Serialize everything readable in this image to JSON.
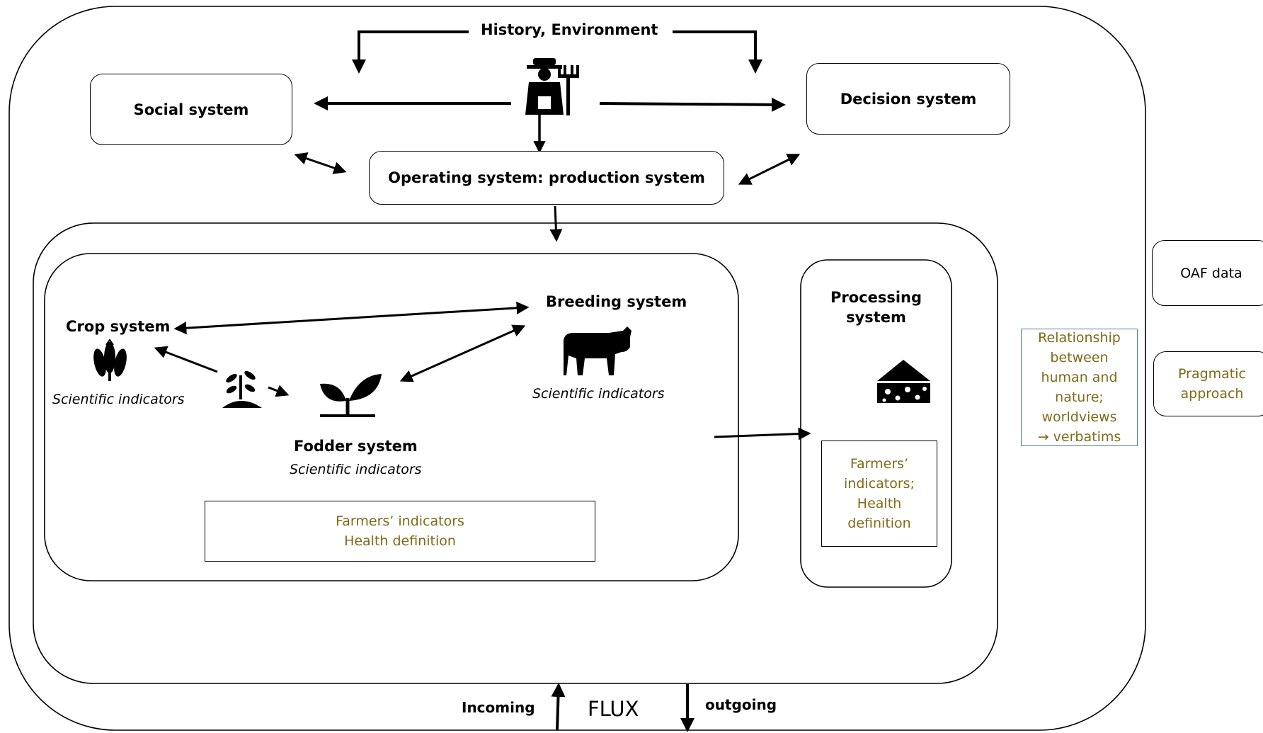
{
  "top": {
    "history_environment": "History, Environment",
    "social_system": "Social system",
    "decision_system": "Decision system",
    "operating_system": "Operating system: production system"
  },
  "systems": {
    "crop_system": "Crop system",
    "crop_indicators": "Scientific indicators",
    "breeding_system": "Breeding system",
    "breeding_indicators": "Scientific indicators",
    "fodder_system": "Fodder system",
    "fodder_indicators": "Scientific indicators",
    "farmers_box_line1": "Farmers’ indicators",
    "farmers_box_line2": "Health definition",
    "processing_line1": "Processing",
    "processing_line2": "system",
    "processing_box": [
      "Farmers’",
      "indicators;",
      "Health",
      "definition"
    ]
  },
  "side": {
    "relationship": [
      "Relationship",
      "between",
      "human and",
      "nature;",
      "worldviews",
      "→ verbatims"
    ],
    "oaf_data": "OAF data",
    "pragmatic": [
      "Pragmatic",
      "approach"
    ]
  },
  "flux": {
    "incoming": "Incoming",
    "flux": "FLUX",
    "outgoing": "outgoing"
  },
  "colors": {
    "stroke": "#000000",
    "olive_text": "#7f6a18",
    "side_box_border": "#4a7fa0"
  },
  "icons": [
    "farmer-icon",
    "wheat-icon",
    "seedling-icon",
    "sprout-icon",
    "cow-icon",
    "cheese-icon"
  ]
}
